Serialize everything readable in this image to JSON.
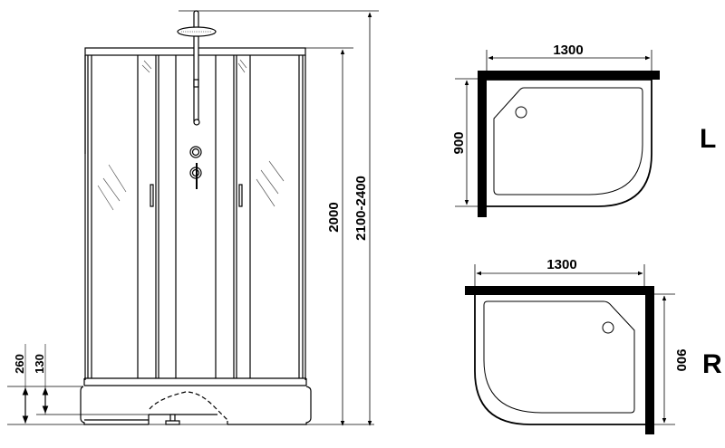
{
  "front_view": {
    "dimensions": {
      "height_cabin": "2000",
      "height_total": "2100-2400",
      "tray_height": "260",
      "tray_inner": "130"
    }
  },
  "plan_left": {
    "variant_label": "L",
    "width": "1300",
    "depth": "900"
  },
  "plan_right": {
    "variant_label": "R",
    "width": "1300",
    "depth": "900"
  }
}
